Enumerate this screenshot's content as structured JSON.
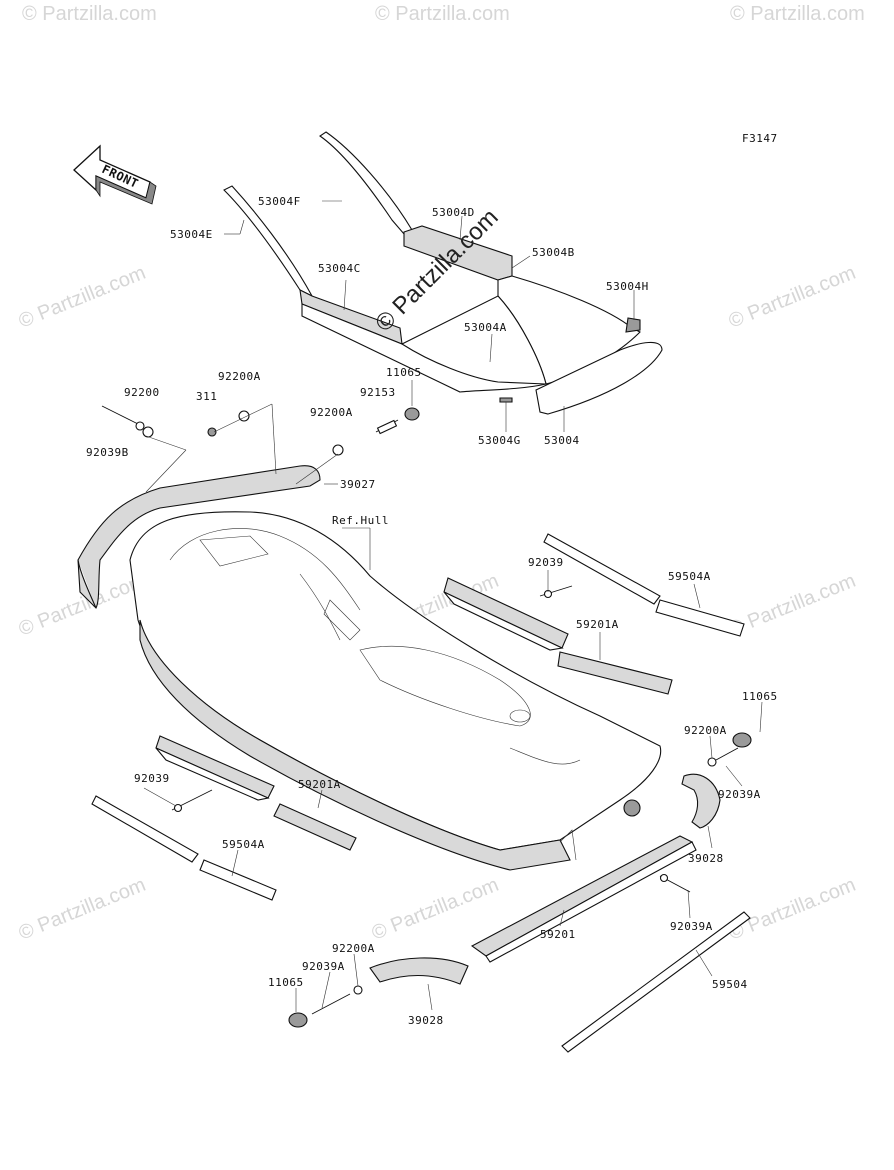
{
  "figure_code": "F3147",
  "front_label": "FRONT",
  "watermarks": {
    "tile_text": "© Partzilla.com",
    "center_text": "© Partzilla.com"
  },
  "reference": "Ref.Hull",
  "callouts": [
    {
      "id": "53004F",
      "text": "53004F"
    },
    {
      "id": "53004D",
      "text": "53004D"
    },
    {
      "id": "53004E",
      "text": "53004E"
    },
    {
      "id": "53004B",
      "text": "53004B"
    },
    {
      "id": "53004C",
      "text": "53004C"
    },
    {
      "id": "53004H",
      "text": "53004H"
    },
    {
      "id": "53004A",
      "text": "53004A"
    },
    {
      "id": "53004G",
      "text": "53004G"
    },
    {
      "id": "53004",
      "text": "53004"
    },
    {
      "id": "11065-top",
      "text": "11065"
    },
    {
      "id": "92200",
      "text": "92200"
    },
    {
      "id": "92200A-top",
      "text": "92200A"
    },
    {
      "id": "311",
      "text": "311"
    },
    {
      "id": "92153",
      "text": "92153"
    },
    {
      "id": "92200A-mid",
      "text": "92200A"
    },
    {
      "id": "92039B",
      "text": "92039B"
    },
    {
      "id": "39027",
      "text": "39027"
    },
    {
      "id": "92039-right",
      "text": "92039"
    },
    {
      "id": "59504A-right",
      "text": "59504A"
    },
    {
      "id": "59201A-right",
      "text": "59201A"
    },
    {
      "id": "11065-right",
      "text": "11065"
    },
    {
      "id": "92200A-right",
      "text": "92200A"
    },
    {
      "id": "92039A-right",
      "text": "92039A"
    },
    {
      "id": "39028-right",
      "text": "39028"
    },
    {
      "id": "92039-left",
      "text": "92039"
    },
    {
      "id": "59201A-left",
      "text": "59201A"
    },
    {
      "id": "59504A-left",
      "text": "59504A"
    },
    {
      "id": "92039A-lower",
      "text": "92039A"
    },
    {
      "id": "59201",
      "text": "59201"
    },
    {
      "id": "59504",
      "text": "59504"
    },
    {
      "id": "92200A-bottom",
      "text": "92200A"
    },
    {
      "id": "92039A-bottom",
      "text": "92039A"
    },
    {
      "id": "11065-bottom",
      "text": "11065"
    },
    {
      "id": "39028-bottom",
      "text": "39028"
    }
  ]
}
